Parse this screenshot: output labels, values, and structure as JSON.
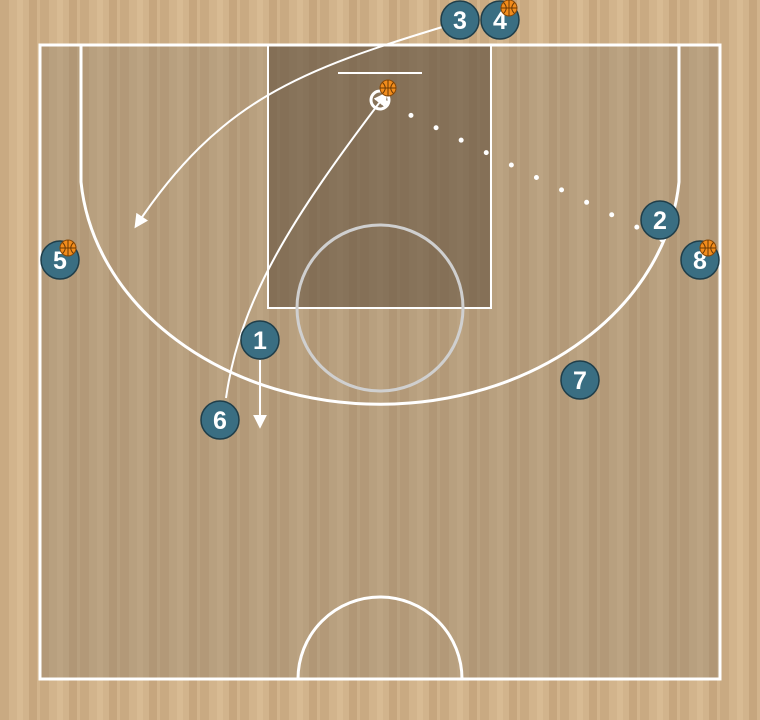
{
  "colors": {
    "wood_light": "#d2b48c",
    "wood_dark": "#c4a37c",
    "court_tint": "#a8947a",
    "paint": "#7a6852",
    "lines": "#ffffff",
    "player": "#3a6e82",
    "ball": "#f28c1c"
  },
  "players": [
    {
      "number": "1"
    },
    {
      "number": "2"
    },
    {
      "number": "3"
    },
    {
      "number": "4",
      "has_ball": true
    },
    {
      "number": "5",
      "has_ball": true
    },
    {
      "number": "6"
    },
    {
      "number": "7"
    },
    {
      "number": "8",
      "has_ball": true
    }
  ],
  "actions": [
    {
      "type": "cut",
      "from_player": "3"
    },
    {
      "type": "cut",
      "from_player": "6"
    },
    {
      "type": "cut",
      "from_player": "1"
    },
    {
      "type": "pass",
      "from_player": "8"
    }
  ],
  "icons": [
    "basketball-icon"
  ]
}
